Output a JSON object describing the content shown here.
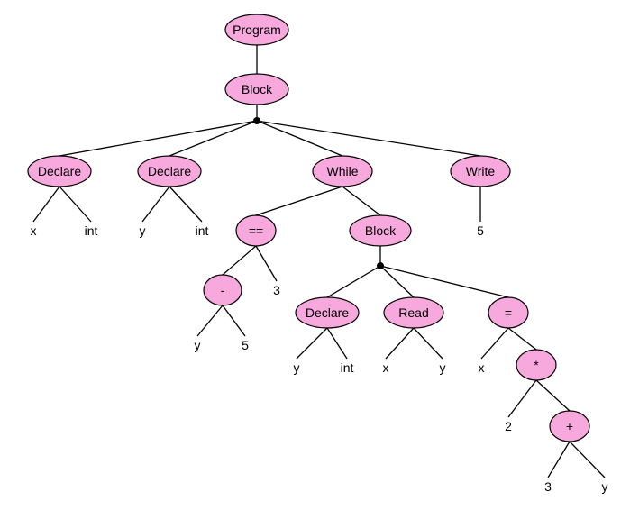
{
  "tree": {
    "nodes": {
      "program": {
        "label": "Program",
        "shape": "ellipse"
      },
      "block-1": {
        "label": "Block",
        "shape": "ellipse"
      },
      "declare-x": {
        "label": "Declare",
        "shape": "ellipse"
      },
      "declare-y": {
        "label": "Declare",
        "shape": "ellipse"
      },
      "while": {
        "label": "While",
        "shape": "ellipse"
      },
      "write": {
        "label": "Write",
        "shape": "ellipse"
      },
      "leaf-x-1": {
        "label": "x",
        "shape": "text"
      },
      "leaf-int-1": {
        "label": "int",
        "shape": "text"
      },
      "leaf-y-1": {
        "label": "y",
        "shape": "text"
      },
      "leaf-int-2": {
        "label": "int",
        "shape": "text"
      },
      "eq-compare": {
        "label": "==",
        "shape": "ellipse"
      },
      "block-2": {
        "label": "Block",
        "shape": "ellipse"
      },
      "leaf-5-write": {
        "label": "5",
        "shape": "text"
      },
      "minus": {
        "label": "-",
        "shape": "ellipse"
      },
      "leaf-3-cmp": {
        "label": "3",
        "shape": "text"
      },
      "declare-y-2": {
        "label": "Declare",
        "shape": "ellipse"
      },
      "read": {
        "label": "Read",
        "shape": "ellipse"
      },
      "assign": {
        "label": "=",
        "shape": "ellipse"
      },
      "leaf-y-minus": {
        "label": "y",
        "shape": "text"
      },
      "leaf-5-minus": {
        "label": "5",
        "shape": "text"
      },
      "leaf-y-2": {
        "label": "y",
        "shape": "text"
      },
      "leaf-int-3": {
        "label": "int",
        "shape": "text"
      },
      "leaf-x-read": {
        "label": "x",
        "shape": "text"
      },
      "leaf-y-read": {
        "label": "y",
        "shape": "text"
      },
      "leaf-x-assign": {
        "label": "x",
        "shape": "text"
      },
      "multiply": {
        "label": "*",
        "shape": "ellipse"
      },
      "leaf-2": {
        "label": "2",
        "shape": "text"
      },
      "plus": {
        "label": "+",
        "shape": "ellipse"
      },
      "leaf-3-plus": {
        "label": "3",
        "shape": "text"
      },
      "leaf-y-plus": {
        "label": "y",
        "shape": "text"
      }
    },
    "edges": [
      [
        "program",
        "block-1"
      ],
      [
        "block-1",
        "declare-x"
      ],
      [
        "block-1",
        "declare-y"
      ],
      [
        "block-1",
        "while"
      ],
      [
        "block-1",
        "write"
      ],
      [
        "declare-x",
        "leaf-x-1"
      ],
      [
        "declare-x",
        "leaf-int-1"
      ],
      [
        "declare-y",
        "leaf-y-1"
      ],
      [
        "declare-y",
        "leaf-int-2"
      ],
      [
        "while",
        "eq-compare"
      ],
      [
        "while",
        "block-2"
      ],
      [
        "write",
        "leaf-5-write"
      ],
      [
        "eq-compare",
        "minus"
      ],
      [
        "eq-compare",
        "leaf-3-cmp"
      ],
      [
        "minus",
        "leaf-y-minus"
      ],
      [
        "minus",
        "leaf-5-minus"
      ],
      [
        "block-2",
        "declare-y-2"
      ],
      [
        "block-2",
        "read"
      ],
      [
        "block-2",
        "assign"
      ],
      [
        "declare-y-2",
        "leaf-y-2"
      ],
      [
        "declare-y-2",
        "leaf-int-3"
      ],
      [
        "read",
        "leaf-x-read"
      ],
      [
        "read",
        "leaf-y-read"
      ],
      [
        "assign",
        "leaf-x-assign"
      ],
      [
        "assign",
        "multiply"
      ],
      [
        "multiply",
        "leaf-2"
      ],
      [
        "multiply",
        "plus"
      ],
      [
        "plus",
        "leaf-3-plus"
      ],
      [
        "plus",
        "leaf-y-plus"
      ]
    ],
    "node_color": "#f7a8dc",
    "junction_nodes": [
      "block-1",
      "block-2"
    ]
  }
}
